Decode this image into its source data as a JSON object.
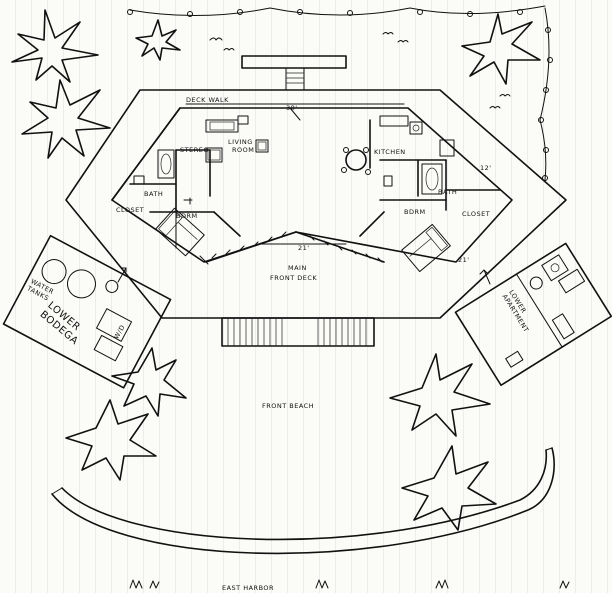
{
  "labels": {
    "deck_walk": "DECK WALK",
    "dim_top": "38'",
    "living_room": "LIVING\nROOM",
    "stereo": "STEREO",
    "kitchen": "KITCHEN",
    "dim_right_angle": "12'",
    "bath_left": "BATH",
    "closet_left": "CLOSET",
    "bdrm_left": "BDRM",
    "bath_right": "BATH",
    "closet_right": "CLOSET",
    "bdrm_right": "BDRM",
    "dim_front": "21'",
    "dim_right_side": "21'",
    "main_front_deck": "MAIN\nFRONT DECK",
    "water_tanks": "WATER\nTANKS",
    "lower_bodega": "LOWER\nBODEGA",
    "wd": "W/D",
    "lower_apartment": "LOWER\nAPARTMENT",
    "front_beach": "FRONT BEACH",
    "east_harbor": "EAST HARBOR"
  }
}
